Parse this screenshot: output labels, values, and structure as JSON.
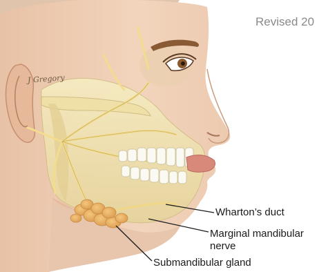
{
  "header": {
    "revision_text": "Revised 20"
  },
  "illustration": {
    "artist_signature": "J Gregory",
    "subject": "head-profile-submandibular-anatomy"
  },
  "labels": {
    "whartons_duct": "Wharton’s duct",
    "marginal_mandibular_line1": "Marginal mandibular",
    "marginal_mandibular_line2": "nerve",
    "submandibular_gland": "Submandibular gland"
  },
  "colors": {
    "skin": "#efcfb4",
    "skin_shadow": "#d7a888",
    "hair": "#b9865e",
    "bone": "#f3e7b6",
    "bone_shadow": "#d8c58d",
    "nerve": "#f0d98c",
    "gland": "#e8b064",
    "lips": "#d9897a",
    "teeth": "#fbfaf2",
    "leader_line": "#1a1a1a"
  }
}
